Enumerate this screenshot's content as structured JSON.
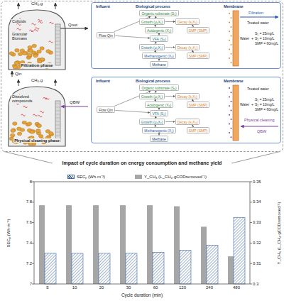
{
  "diagram": {
    "nodes": [
      {
        "text": [
          "Influent",
          "Biological process",
          "Membrane"
        ]
      },
      {
        "text": [
          "Flow Qin"
        ],
        "in": 0
      },
      {
        "text": [
          "Organic substrate (S₁)"
        ],
        "in": 0
      },
      {
        "text": [
          "Growth (μ₁X₁)"
        ],
        "in": 0
      },
      {
        "text": [
          "Decay (k₁X₁)"
        ],
        "in": 0
      },
      {
        "text": [
          "Acidogenic (X₁)"
        ],
        "in": 0
      },
      {
        "text": [
          "SMP (SMP)"
        ],
        "in": 0
      },
      {
        "text": [
          "VFA (S₂)"
        ],
        "in": 0
      },
      {
        "text": [
          "Growth (μ₂X₂)"
        ],
        "in": 0
      },
      {
        "text": [
          "Decay (k₂X₂)"
        ],
        "in": 0
      },
      {
        "text": [
          "Methanogenic (X₂)"
        ],
        "in": 0
      },
      {
        "text": [
          "SMP (SMP)"
        ],
        "in": 0
      },
      {
        "text": [
          "Methane"
        ],
        "in": 0
      },
      {
        "text": [
          "Influent",
          "Biological process",
          "Membrane"
        ]
      },
      {
        "text": [
          "Flow Qin"
        ],
        "in": 13
      },
      {
        "text": [
          "Organic substrate (S₁)"
        ],
        "in": 13
      },
      {
        "text": [
          "Growth (μ₁X₁)"
        ],
        "in": 13
      },
      {
        "text": [
          "Decay (k₁X₁)"
        ],
        "in": 13
      },
      {
        "text": [
          "Acidogenic (X₁)"
        ],
        "in": 13
      },
      {
        "text": [
          "SMP (SMP)"
        ],
        "in": 13
      },
      {
        "text": [
          "VFA (S₂)"
        ],
        "in": 13
      },
      {
        "text": [
          "Growth (μ₂X₂)"
        ],
        "in": 13
      },
      {
        "text": [
          "Decay (k₂X₂)"
        ],
        "in": 13
      },
      {
        "text": [
          "Methanogenic (X₂)"
        ],
        "in": 13
      },
      {
        "text": [
          "SMP (SMP)"
        ],
        "in": 13
      },
      {
        "text": [
          "Methane"
        ],
        "in": 13
      }
    ],
    "edges": [
      {
        "from": 1,
        "to": 2,
        "arrow": "to"
      },
      {
        "from": 1,
        "to": 7,
        "arrow": "to"
      },
      {
        "from": 2,
        "to": 3,
        "arrow": "to"
      },
      {
        "from": 3,
        "to": 4,
        "arrow": "to"
      },
      {
        "from": 3,
        "to": 5,
        "arrow": "to"
      },
      {
        "from": 4,
        "to": 6,
        "arrow": "to"
      },
      {
        "from": 5,
        "to": 7,
        "arrow": "to"
      },
      {
        "from": 7,
        "to": 8,
        "arrow": "to"
      },
      {
        "from": 8,
        "to": 9,
        "arrow": "to"
      },
      {
        "from": 8,
        "to": 10,
        "arrow": "to"
      },
      {
        "from": 9,
        "to": 11,
        "arrow": "to"
      },
      {
        "from": 10,
        "to": 12,
        "arrow": "to"
      },
      {
        "from": 14,
        "to": 15,
        "arrow": "to"
      },
      {
        "from": 14,
        "to": 20,
        "arrow": "to"
      },
      {
        "from": 15,
        "to": 16,
        "arrow": "to"
      },
      {
        "from": 16,
        "to": 17,
        "arrow": "to"
      },
      {
        "from": 16,
        "to": 18,
        "arrow": "to"
      },
      {
        "from": 17,
        "to": 19,
        "arrow": "to"
      },
      {
        "from": 18,
        "to": 20,
        "arrow": "to"
      },
      {
        "from": 20,
        "to": 21,
        "arrow": "to"
      },
      {
        "from": 21,
        "to": 22,
        "arrow": "to"
      },
      {
        "from": 21,
        "to": 23,
        "arrow": "to"
      },
      {
        "from": 22,
        "to": 24,
        "arrow": "to"
      },
      {
        "from": 23,
        "to": 25,
        "arrow": "to"
      }
    ],
    "labels": [
      "CH₄,g",
      "Qout",
      "Colloids",
      "Granular Biomass",
      "Filtration phase",
      "Qin",
      "Filtration",
      "Treated water",
      "Water",
      "+",
      "S₁ = 25mg/L",
      "S₂ = 10mg/L",
      "SMP = 60mg/L",
      "CH₄,g",
      "Dissolved compounds",
      "Physical cleaning phase",
      "QBW",
      "Treated water",
      "Water",
      "+",
      "S₁ = 25mg/L",
      "S₂ = 10mg/L",
      "SMP = 60mg/L",
      "Physical cleaning",
      "QBW",
      "Impact of cycle duration on energy consumption and methane yield",
      "7",
      "7.2",
      "7.4",
      "7.6",
      "7.8",
      "8",
      "0.3",
      "0.31",
      "0.32",
      "0.33",
      "0.34",
      "0.35",
      "5",
      "10",
      "20",
      "30",
      "60",
      "120",
      "240",
      "480",
      "Cycle duration (min)",
      "SECₚ (Wh·m⁻³)",
      "Y_CH₄ (L_CH₄·gCODremoved⁻¹)"
    ],
    "legend": [
      {
        "text": "SECₚ (Wh·m⁻³)"
      },
      {
        "text": "Y_CH₄ (L_CH₄·gCODremoved⁻¹)",
        "color": "#a6a6a6"
      }
    ]
  }
}
